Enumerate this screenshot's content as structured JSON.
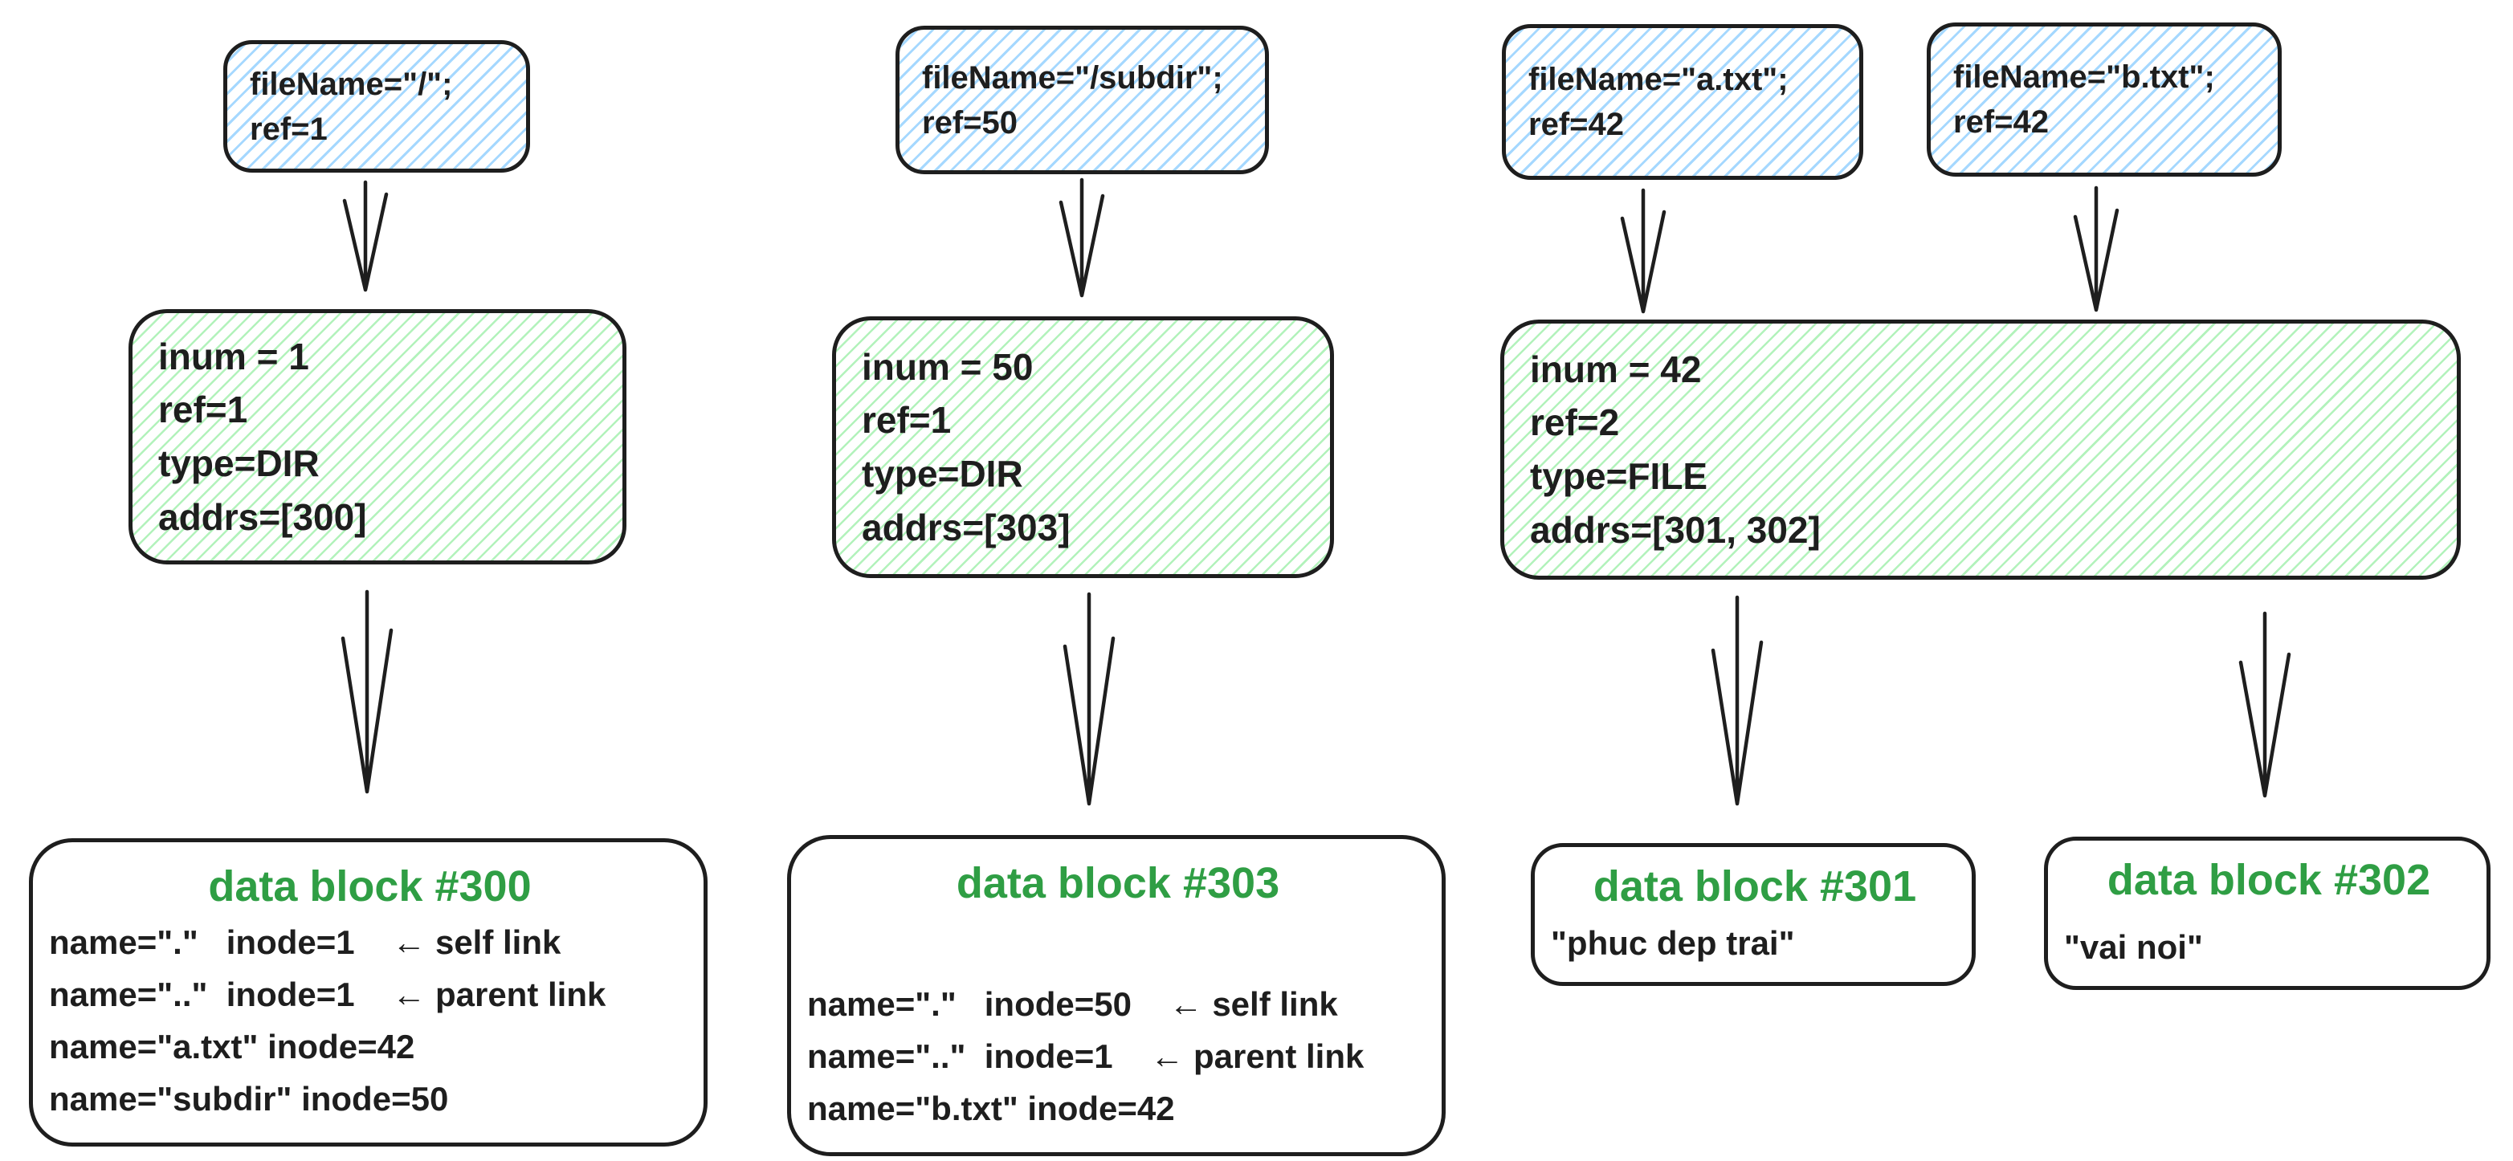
{
  "colors": {
    "blue_hatch": "#a5d8ff",
    "green_hatch": "#b2f2bb",
    "stroke": "#1e1e1e",
    "title_green": "#2f9e44"
  },
  "file_descriptors": [
    {
      "lines": [
        "fileName=\"/\";",
        "ref=1"
      ]
    },
    {
      "lines": [
        "fileName=\"/subdir\";",
        "ref=50"
      ]
    },
    {
      "lines": [
        "fileName=\"a.txt\";",
        "ref=42"
      ]
    },
    {
      "lines": [
        "fileName=\"b.txt\";",
        "ref=42"
      ]
    }
  ],
  "inodes": [
    {
      "lines": [
        "inum = 1",
        "ref=1",
        "type=DIR",
        "addrs=[300]"
      ]
    },
    {
      "lines": [
        "inum = 50",
        "ref=1",
        "type=DIR",
        "addrs=[303]"
      ]
    },
    {
      "lines": [
        "inum = 42",
        "ref=2",
        "type=FILE",
        "addrs=[301, 302]"
      ]
    }
  ],
  "data_blocks": [
    {
      "title": "data block #300",
      "lines": [
        "name=\".\"   inode=1    ← self link",
        "name=\"..\"  inode=1    ← parent link",
        "name=\"a.txt\" inode=42",
        "name=\"subdir\" inode=50"
      ]
    },
    {
      "title": "data block #303",
      "lines": [
        "name=\".\"   inode=50    ← self link",
        "name=\"..\"  inode=1    ← parent link",
        "name=\"b.txt\" inode=42"
      ]
    },
    {
      "title": "data block #301",
      "lines": [
        "\"phuc dep trai\""
      ]
    },
    {
      "title": "data block #302",
      "lines": [
        "\"vai noi\""
      ]
    }
  ]
}
